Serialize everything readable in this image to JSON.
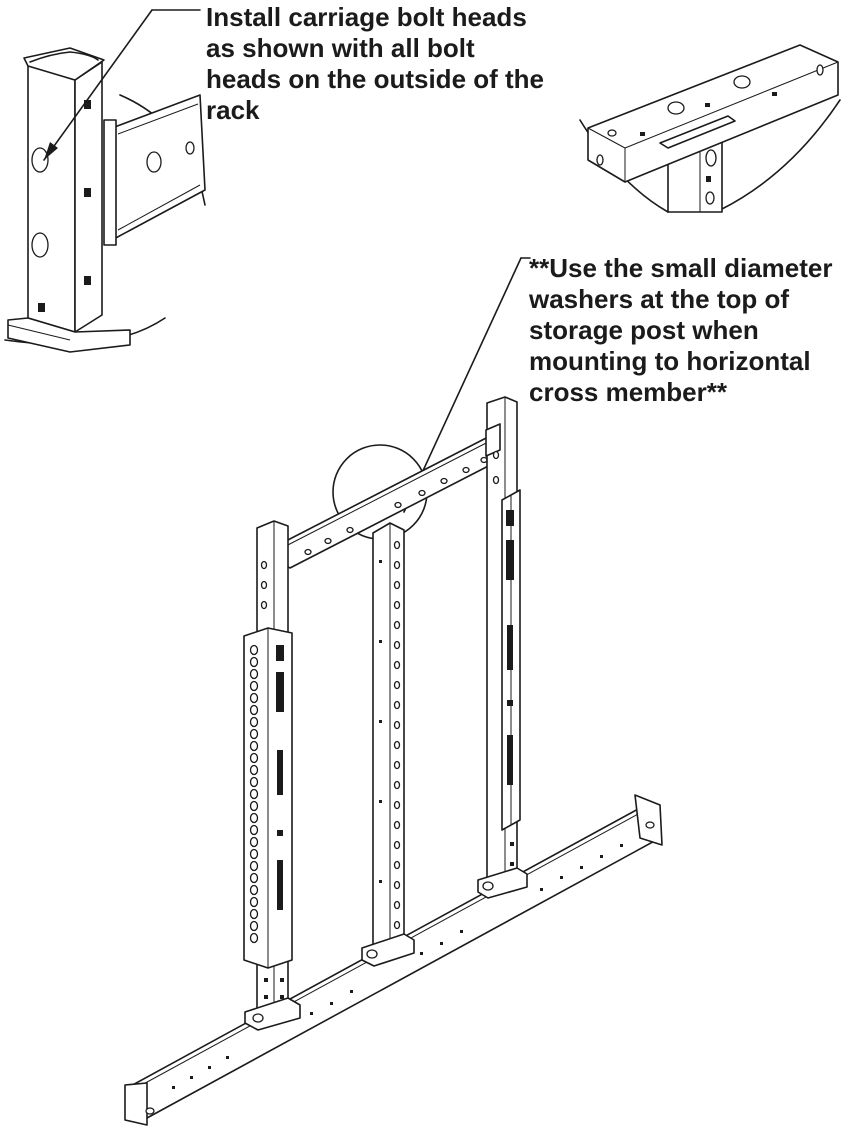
{
  "notes": {
    "carriage_bolts": [
      "Install carriage bolt heads",
      "as shown with all bolt",
      "heads on the outside of the",
      "rack"
    ],
    "washers": [
      "**Use the small diameter",
      "washers at the top of",
      "storage post when",
      "mounting to horizontal",
      "cross member**"
    ]
  },
  "colors": {
    "ink": "#1b1b1b",
    "background": "#ffffff"
  }
}
